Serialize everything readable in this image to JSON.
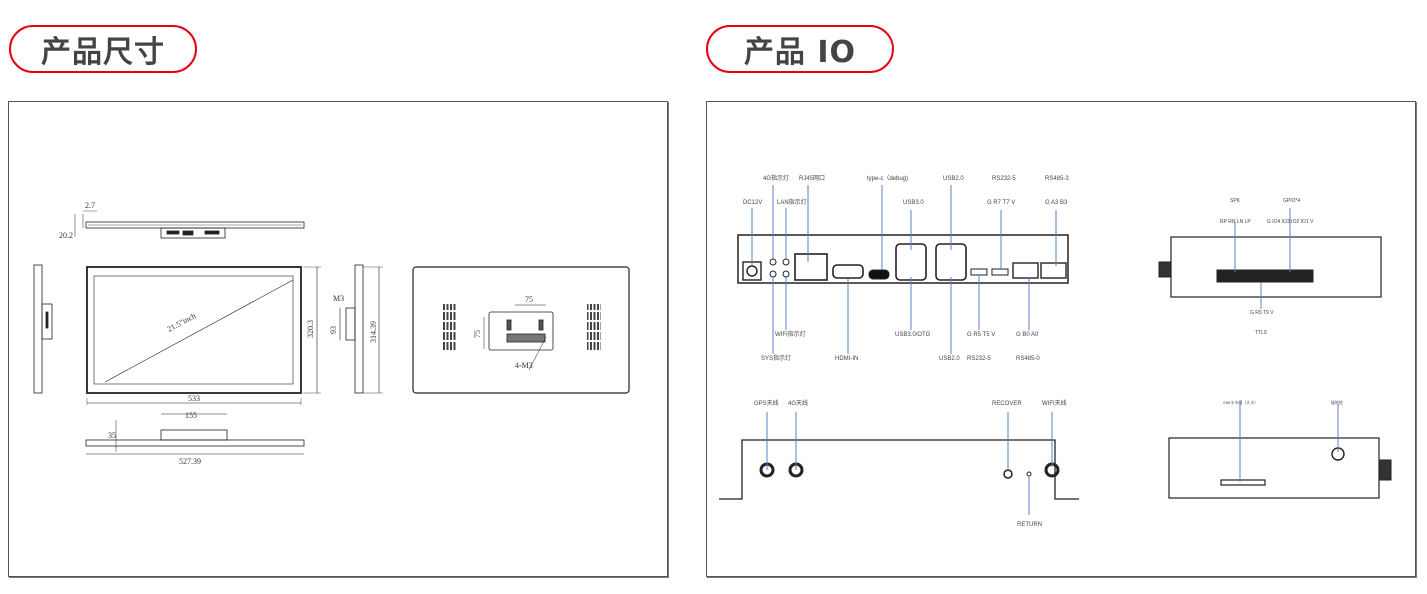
{
  "sections": {
    "dimensions": {
      "title": "产品尺寸",
      "labels": {
        "thickness_top": "2.7",
        "depth_top": "20.2",
        "diagonal": "21.5\"inch",
        "width_front": "533",
        "height_front": "320.3",
        "side_screw": "M3",
        "side_bracket": "93",
        "side_height": "314.39",
        "vesa_h": "75",
        "vesa_v": "75",
        "vesa_screws": "4-M3",
        "bottom_bracket_width": "155",
        "bottom_bracket_depth": "35",
        "bottom_width": "527.39"
      }
    },
    "io": {
      "title": "产品 IO",
      "front_panel": {
        "top_labels": [
          "4G指示灯",
          "RJ45网口",
          "type-c（debug)",
          "USB2.0",
          "RS232-5",
          "RS485-3",
          "DC12V",
          "LAN指示灯",
          "USB3.0",
          "G R7 T7 V",
          "G A3 B3"
        ],
        "bottom_labels": [
          "WIFI指示灯",
          "SYS指示灯",
          "HDMI-IN",
          "USB3.0/OTG",
          "USB2.0",
          "G R5 T5 V",
          "RS232-5",
          "G  B0  A0",
          "RS485-0"
        ]
      },
      "side_panel": {
        "labels": [
          "SPK",
          "RP RN LN LP",
          "GPIO*4",
          "G IO4 IO3 IO2 IO1 V",
          "G R9 T9 V",
          "TTL9"
        ]
      },
      "rear_panel": {
        "labels": [
          "GPS天线",
          "4G天线",
          "RECOVER",
          "WIFI天线",
          "RETURN"
        ]
      },
      "other_side": {
        "labels": [
          "SIM卡卡槽（大卡）",
          "接地柱"
        ]
      }
    }
  }
}
